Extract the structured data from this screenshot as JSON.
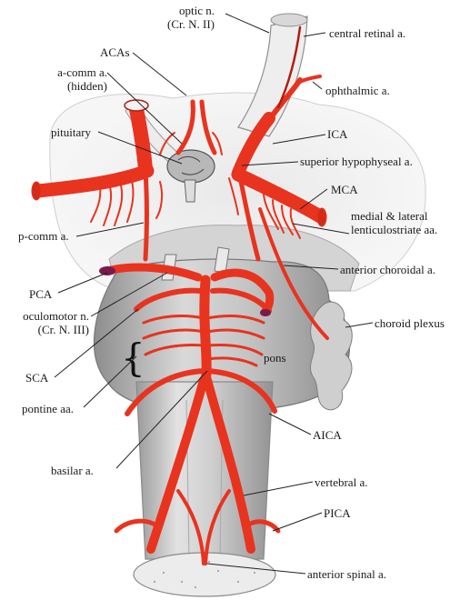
{
  "colors": {
    "artery": "#e8331f",
    "artery_dark": "#b01d10",
    "tissue_gray": "#9a9a9a",
    "tissue_light": "#e6e6e6",
    "leader": "#222222",
    "choroid_plexus": "#c9c9c9",
    "nerve_end": "#7a1a4a"
  },
  "labels": {
    "optic_n": [
      "optic n.",
      "(Cr. N. II)"
    ],
    "central_retinal_a": "central retinal a.",
    "acas": "ACAs",
    "a_comm_a": [
      "a-comm a.",
      "(hidden)"
    ],
    "ophthalmic_a": "ophthalmic a.",
    "pituitary": "pituitary",
    "ica": "ICA",
    "superior_hypophyseal_a": "superior hypophyseal a.",
    "mca": "MCA",
    "p_comm_a": "p-comm a.",
    "medial_lateral_lenticulostriate": [
      "medial & lateral",
      "lenticulostriate aa."
    ],
    "anterior_choroidal_a": "anterior choroidal a.",
    "pca": "PCA",
    "oculomotor_n": [
      "oculomotor n.",
      "(Cr. N. III)"
    ],
    "choroid_plexus": "choroid plexus",
    "pons": "pons",
    "sca": "SCA",
    "pontine_aa": "pontine aa.",
    "aica": "AICA",
    "basilar_a": "basilar a.",
    "vertebral_a": "vertebral a.",
    "pica": "PICA",
    "anterior_spinal_a": "anterior spinal a."
  },
  "brace_symbol": "{"
}
